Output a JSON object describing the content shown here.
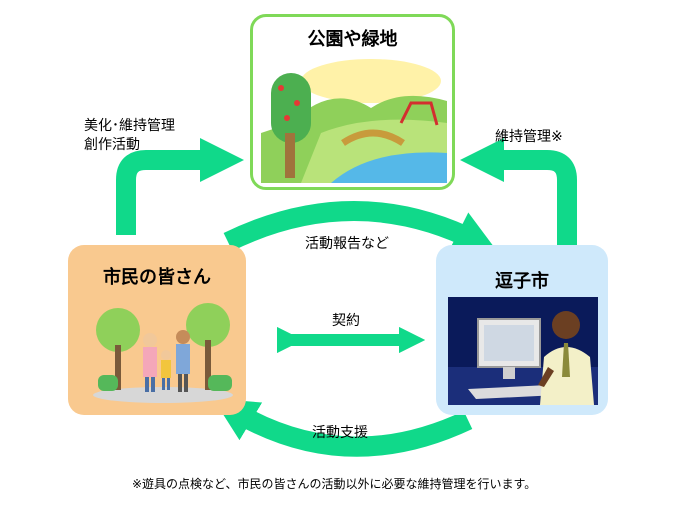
{
  "nodes": {
    "park": {
      "title": "公園や緑地"
    },
    "citizens": {
      "title": "市民の皆さん"
    },
    "city": {
      "title": "逗子市"
    }
  },
  "edges": {
    "citizens_to_park": {
      "line1": "美化･維持管理",
      "line2": "創作活動"
    },
    "city_to_park": {
      "label": "維持管理※"
    },
    "citizens_to_city": {
      "label": "活動報告など"
    },
    "contract": {
      "label": "契約"
    },
    "city_to_citizens": {
      "label": "活動支援"
    }
  },
  "footnote": "※遊具の点検など、市民の皆さんの活動以外に必要な維持管理を行います。",
  "colors": {
    "arrow": "#10d98a",
    "park_border": "#7fd958",
    "citizens_bg": "#f9c98f",
    "city_bg": "#cfe9fb"
  }
}
